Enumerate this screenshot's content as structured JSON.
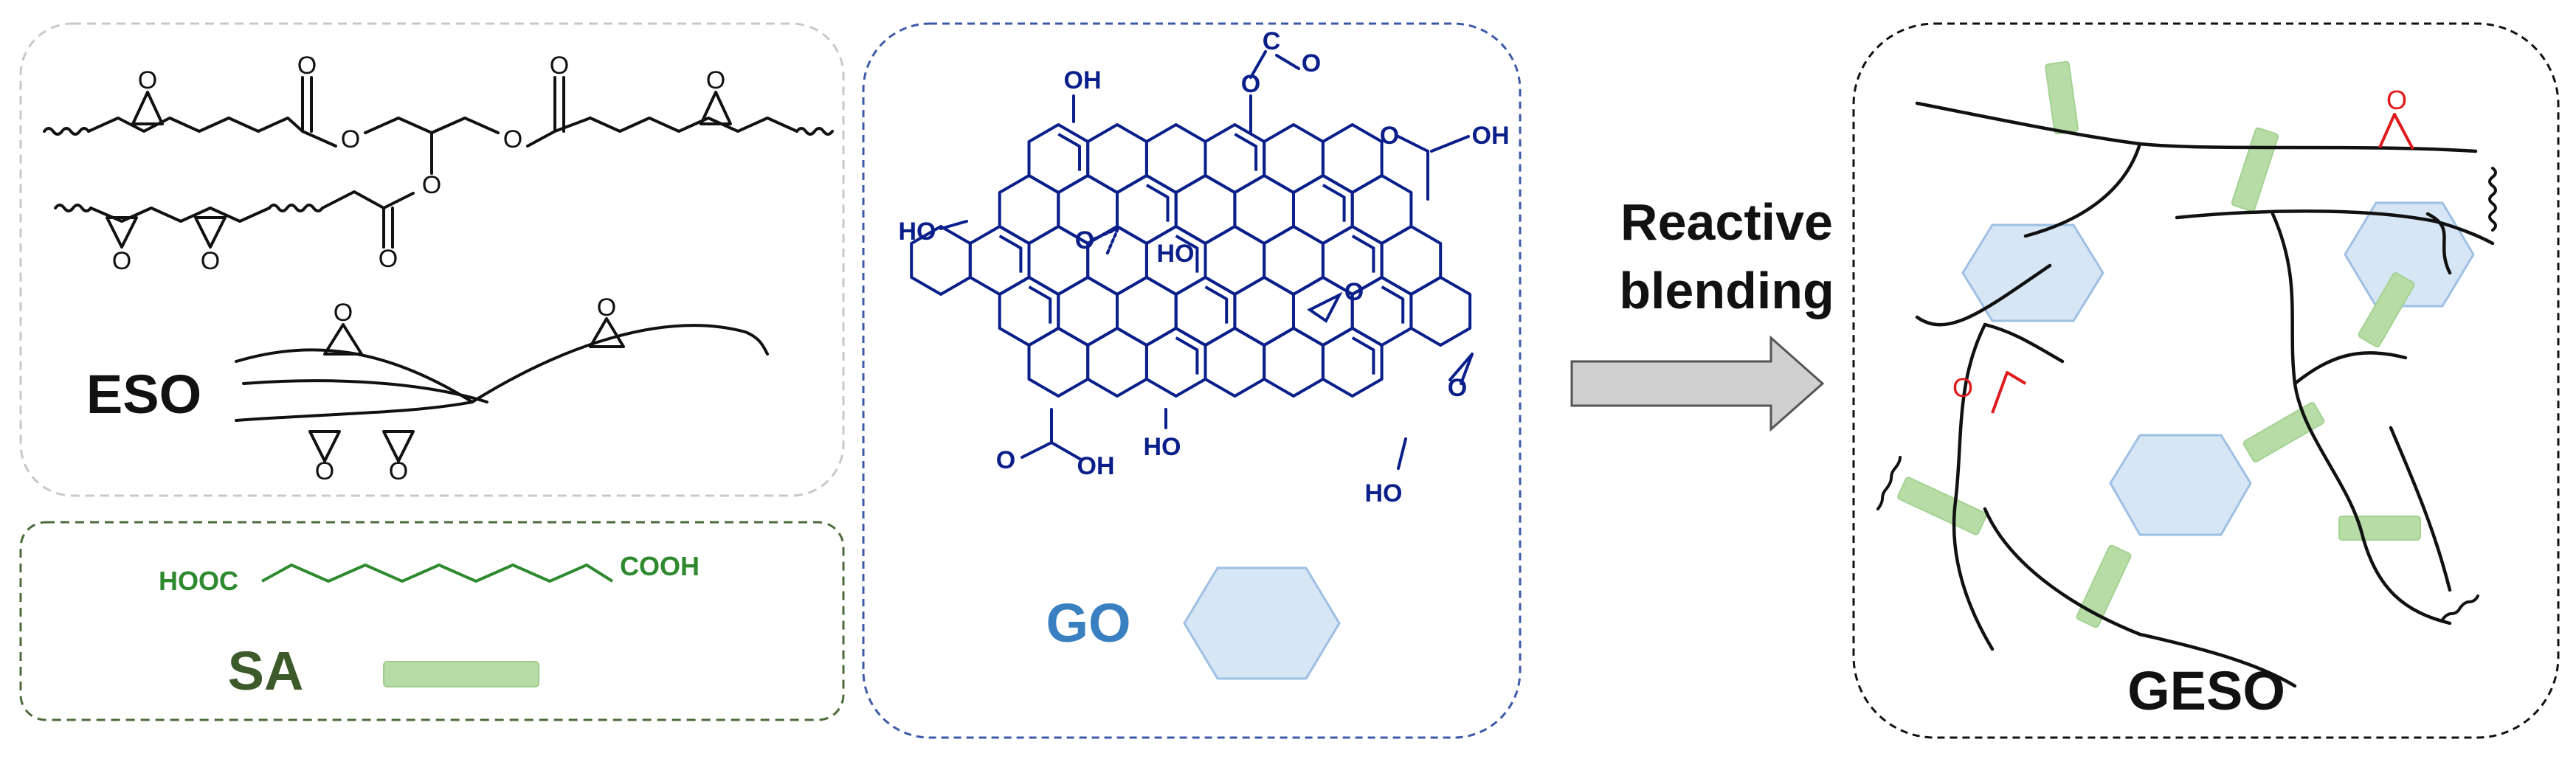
{
  "colors": {
    "black": "#111111",
    "eso_box": "#c8c8c8",
    "sa_box": "#4b6b3a",
    "sa_text": "#2f8a2f",
    "sa_bar_fill": "#b7dca6",
    "go_box": "#3d5aa8",
    "go_struct": "#0a1f8a",
    "go_label": "#3a7fc0",
    "go_hex_fill": "#d7e6f5",
    "go_hex_stroke": "#9dc0e3",
    "epoxide_red": "#e0191b",
    "arrow_fill": "#d0d0d0"
  },
  "eso": {
    "label": "ESO",
    "atoms": {
      "o": "O"
    }
  },
  "sa": {
    "label": "SA",
    "left_group": "HOOC",
    "right_group": "COOH"
  },
  "go": {
    "label": "GO",
    "groups": {
      "oh": "OH",
      "ho": "HO",
      "o": "O",
      "c": "C",
      "eq": "=",
      "dash": "—"
    }
  },
  "arrow": {
    "line1": "Reactive",
    "line2": "blending"
  },
  "geso": {
    "label": "GESO",
    "atoms": {
      "o": "O"
    }
  }
}
